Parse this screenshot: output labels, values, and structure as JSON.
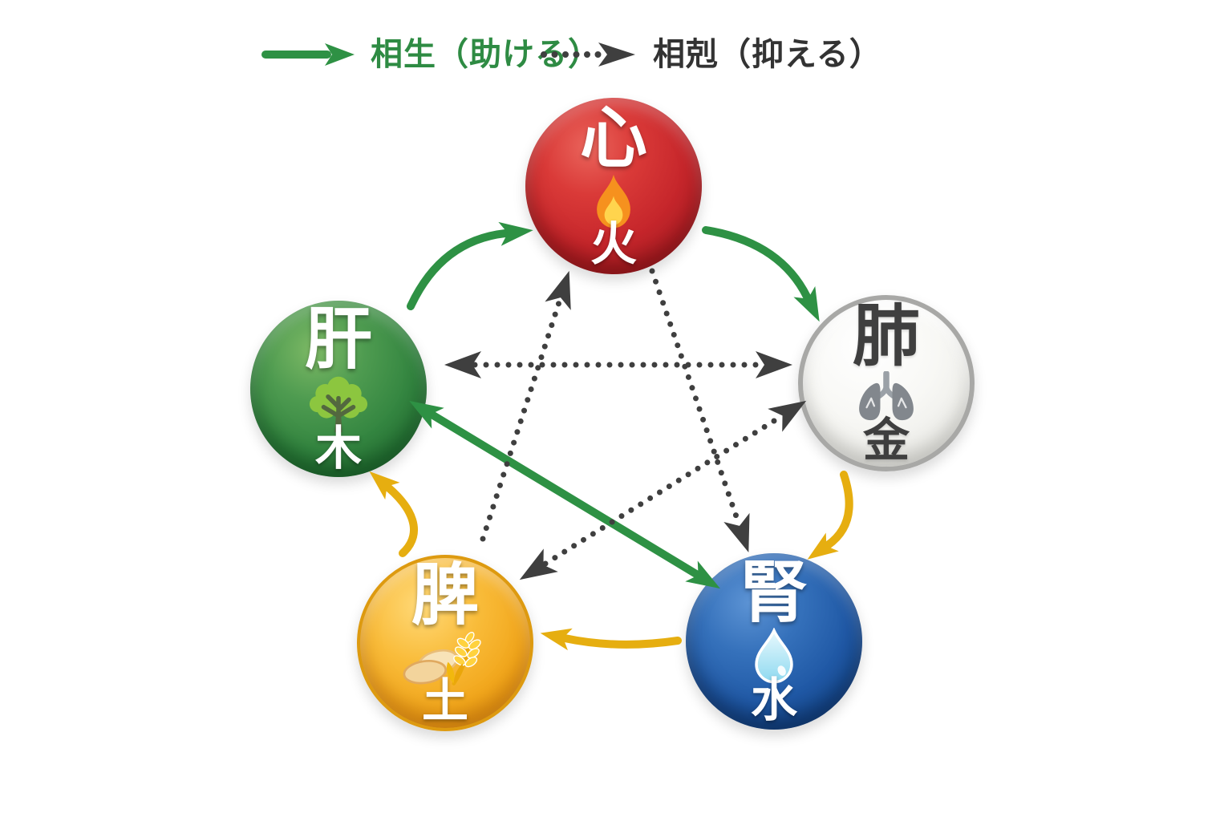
{
  "legend": {
    "generating": {
      "label": "相生（助ける）",
      "arrow_style": "solid",
      "color": "#2e8b43"
    },
    "restraining": {
      "label": "相剋（抑える）",
      "arrow_style": "dotted",
      "color": "#3f3f3f"
    }
  },
  "nodes": {
    "heart": {
      "organ": "心",
      "element": "火",
      "icon": "flame-icon",
      "color": "#c6262b"
    },
    "liver": {
      "organ": "肝",
      "element": "木",
      "icon": "tree-icon",
      "color": "#2e8b3d"
    },
    "lung": {
      "organ": "肺",
      "element": "金",
      "icon": "lungs-icon",
      "color": "#f3f3f0"
    },
    "kidney": {
      "organ": "腎",
      "element": "水",
      "icon": "water-drop-icon",
      "color": "#1e5ca8"
    },
    "spleen": {
      "organ": "脾",
      "element": "土",
      "icon": "bread-wheat-icon",
      "color": "#f0a41d"
    }
  },
  "arrows": {
    "solid": [
      {
        "from": "肝",
        "to": "心",
        "color": "#2e9144",
        "double_headed": false
      },
      {
        "from": "心",
        "to": "肺",
        "color": "#2e9144",
        "double_headed": false
      },
      {
        "from": "肝",
        "to": "腎",
        "color": "#2e9144",
        "double_headed": true
      },
      {
        "from": "肺",
        "to": "腎",
        "color": "#e6ae10",
        "double_headed": false
      },
      {
        "from": "腎",
        "to": "脾",
        "color": "#e6ae10",
        "double_headed": false
      },
      {
        "from": "脾",
        "to": "肝",
        "color": "#e6ae10",
        "double_headed": false
      }
    ],
    "dotted": [
      {
        "from": "肝",
        "to": "肺",
        "color": "#3f3f3f",
        "double_headed": true
      },
      {
        "from": "脾",
        "to": "心",
        "color": "#3f3f3f",
        "double_headed": false
      },
      {
        "from": "心",
        "to": "腎",
        "color": "#3f3f3f",
        "double_headed": false
      },
      {
        "from": "脾",
        "to": "肺",
        "color": "#3f3f3f",
        "double_headed": true
      }
    ]
  }
}
